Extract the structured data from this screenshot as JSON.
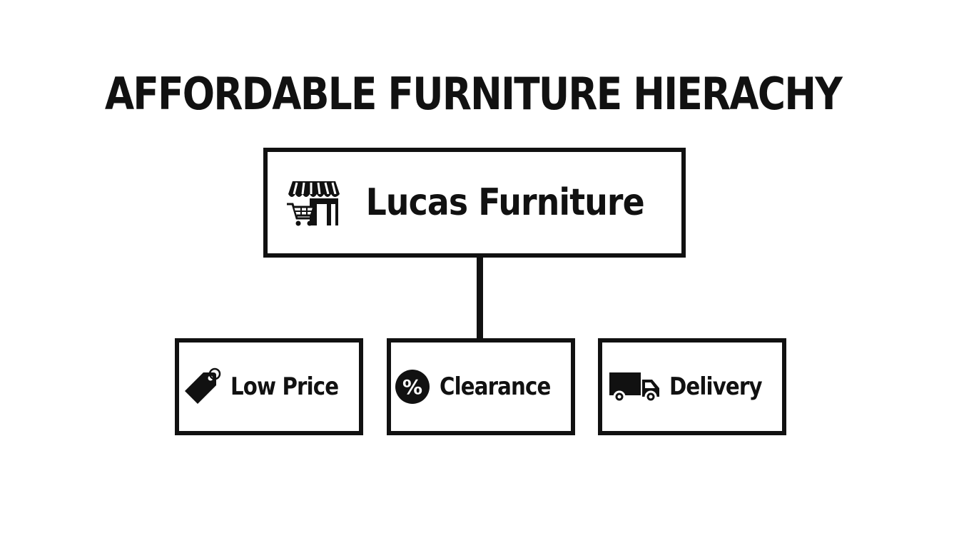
{
  "title": "AFFORDABLE FURNITURE HIERACHY",
  "root": {
    "label": "Lucas Furniture",
    "icon": "storefront-cart-icon"
  },
  "children": [
    {
      "label": "Low Price",
      "icon": "price-tag-icon"
    },
    {
      "label": "Clearance",
      "icon": "percent-icon"
    },
    {
      "label": "Delivery",
      "icon": "delivery-truck-icon"
    }
  ],
  "colors": {
    "ink": "#111111",
    "background": "#ffffff"
  }
}
